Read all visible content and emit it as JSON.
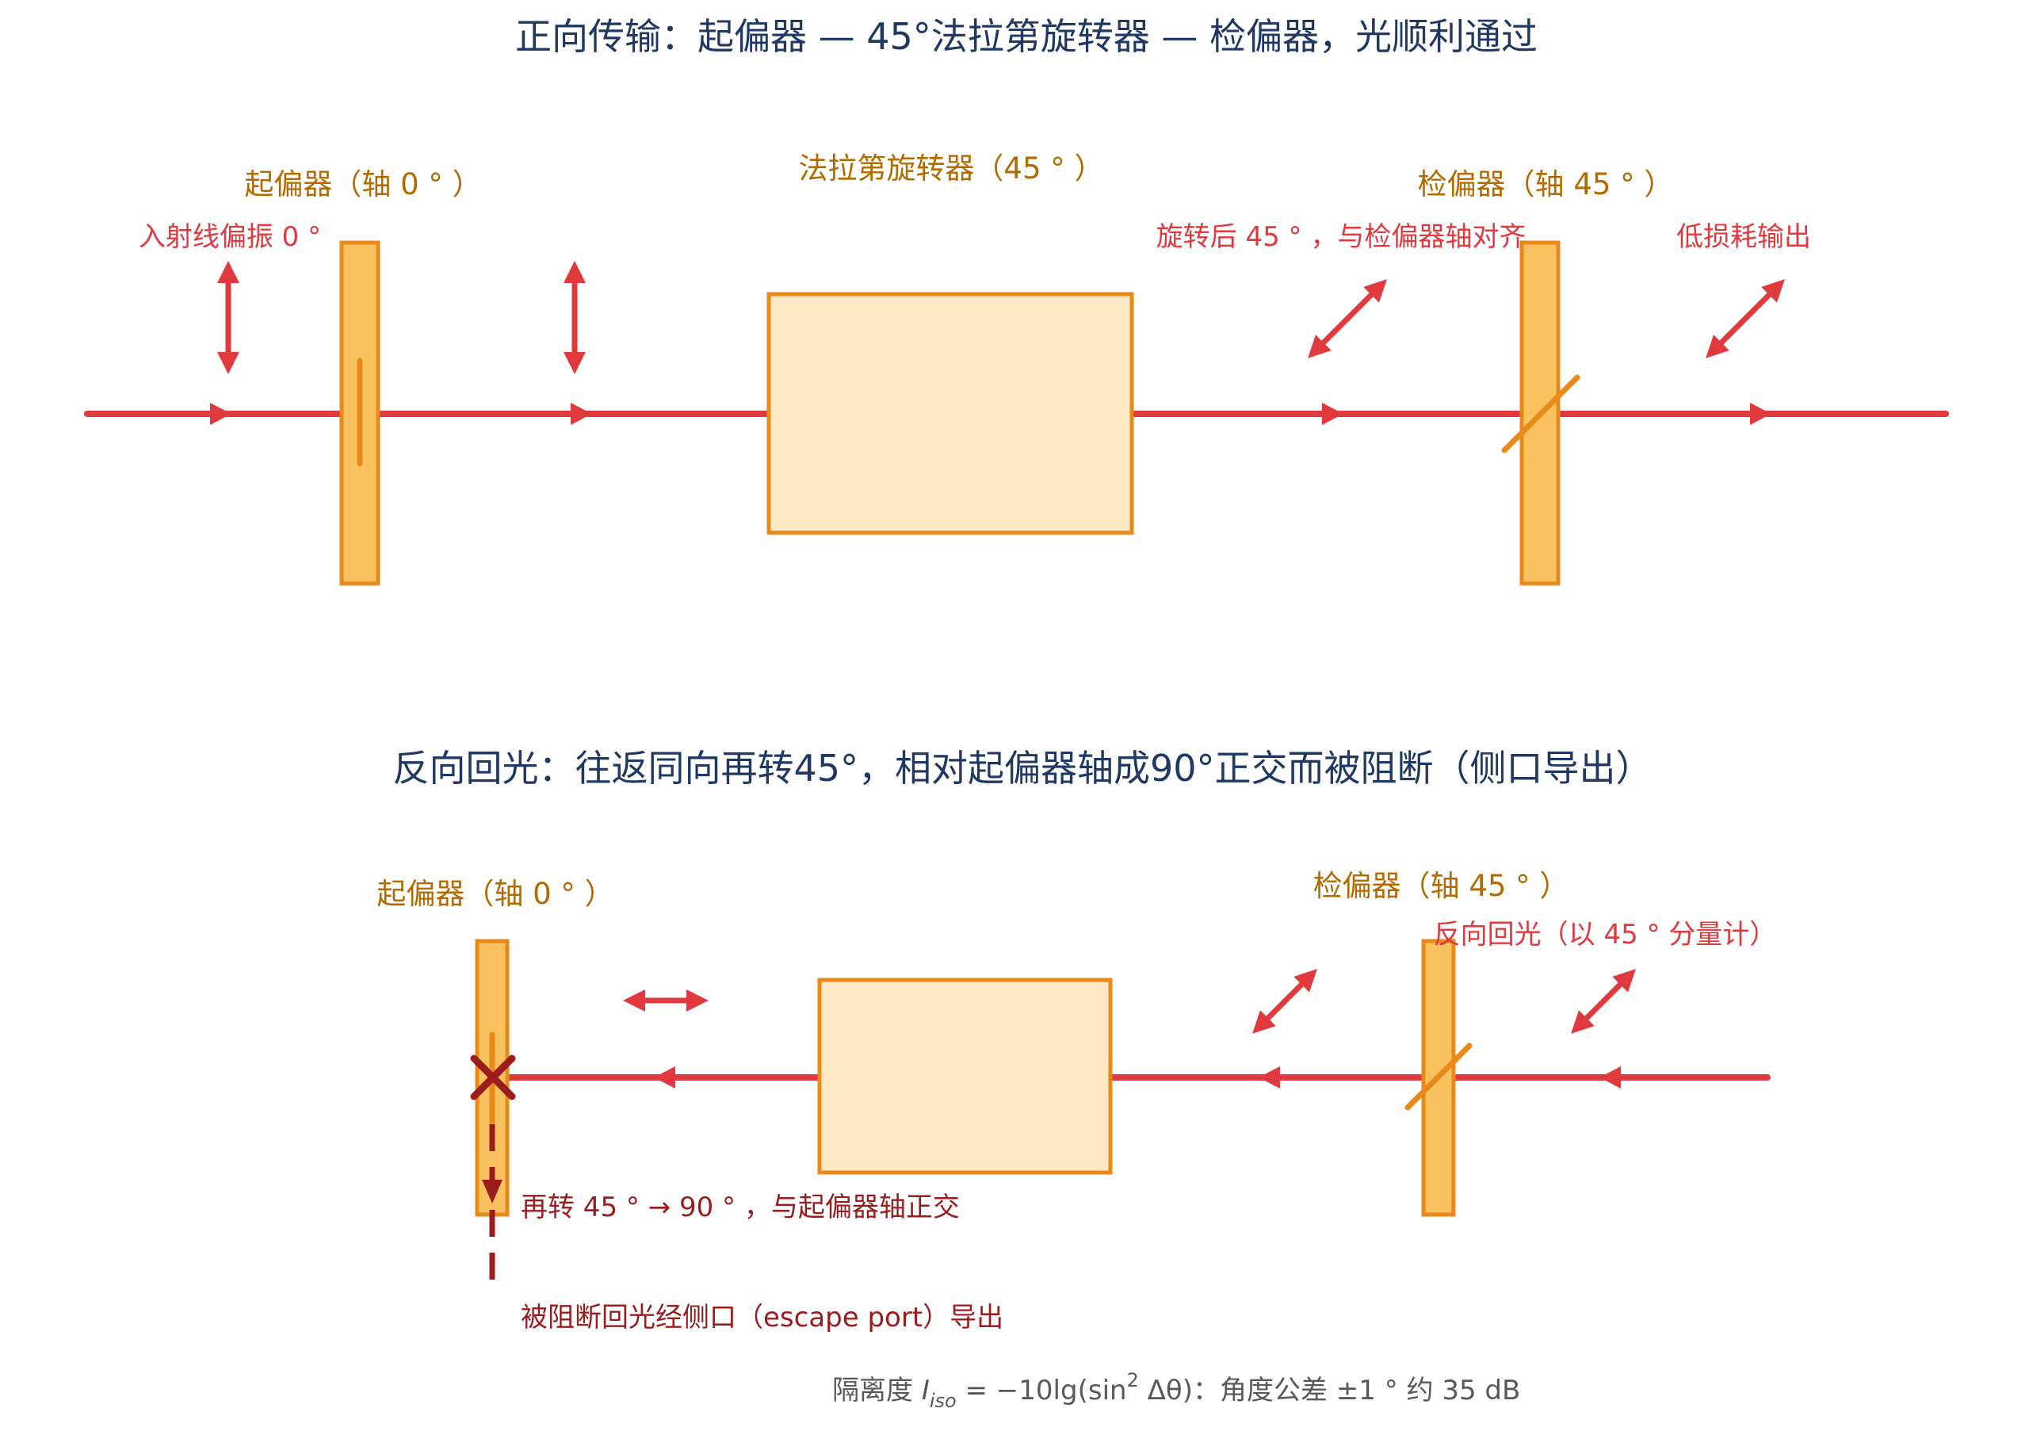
{
  "colors": {
    "beam": "#e0393e",
    "title": "#1f3864",
    "component_label": "#b36b00",
    "polarizer_fill": "#f9c25e",
    "polarizer_stroke": "#e8891a",
    "rotator_fill": "#fde8c5",
    "blocked": "#9b1c1c",
    "footer": "#595959"
  },
  "forward": {
    "title": "正向传输：起偏器 — 45°法拉第旋转器 — 检偏器，光顺利通过",
    "polarizer_label": "起偏器（轴 0 ° ）",
    "rotator_label": "法拉第旋转器（45 ° ）",
    "analyzer_label": "检偏器（轴 45 ° ）",
    "incident_note": "入射线偏振 0 °",
    "rotated_note": "旋转后 45 ° ，与检偏器轴对齐",
    "output_note": "低损耗输出"
  },
  "backward": {
    "title": "反向回光：往返同向再转45°，相对起偏器轴成90°正交而被阻断（侧口导出）",
    "polarizer_label": "起偏器（轴 0 ° ）",
    "analyzer_label": "检偏器（轴 45 ° ）",
    "back_note": "反向回光（以 45 ° 分量计）",
    "rotate_note": "再转 45 ° → 90 ° ，与起偏器轴正交",
    "escape_note": "被阻断回光经侧口（escape port）导出"
  },
  "footer": {
    "prefix": "隔离度 ",
    "symbol": "I",
    "subscript": "iso",
    "equation": " = −10lg(sin",
    "power": "2",
    "equation_tail": " Δθ)：角度公差 ±1 ° 约 35 dB"
  }
}
